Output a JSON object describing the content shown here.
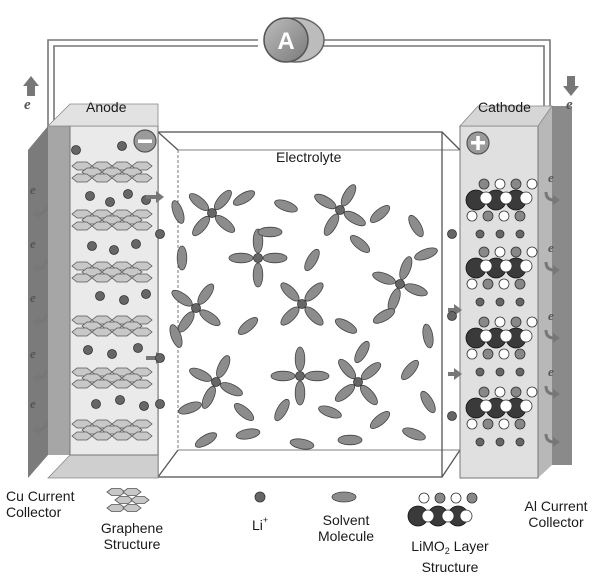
{
  "ammeter": {
    "symbol": "A"
  },
  "electrodes": {
    "anode": {
      "label": "Anode",
      "sign": "−"
    },
    "cathode": {
      "label": "Cathode",
      "sign": "+"
    }
  },
  "electrolyte": {
    "label": "Electrolyte"
  },
  "electron_symbol": "e",
  "legend": {
    "cu_collector": [
      "Cu Current",
      "Collector"
    ],
    "graphene": [
      "Graphene",
      "Structure"
    ],
    "li_ion": {
      "base": "Li",
      "sup": "+"
    },
    "solvent": [
      "Solvent",
      "Molecule"
    ],
    "limo2": {
      "pre": "LiMO",
      "sub": "2",
      "post": " Layer",
      "line2": "Structure"
    },
    "al_collector": [
      "Al Current",
      "Collector"
    ]
  },
  "colors": {
    "collector": "#a6a6a6",
    "electrode_fill": "#e9e9e9",
    "particle": "#666666",
    "dark_atom": "#3a3a3a",
    "light_atom": "#ffffff"
  }
}
